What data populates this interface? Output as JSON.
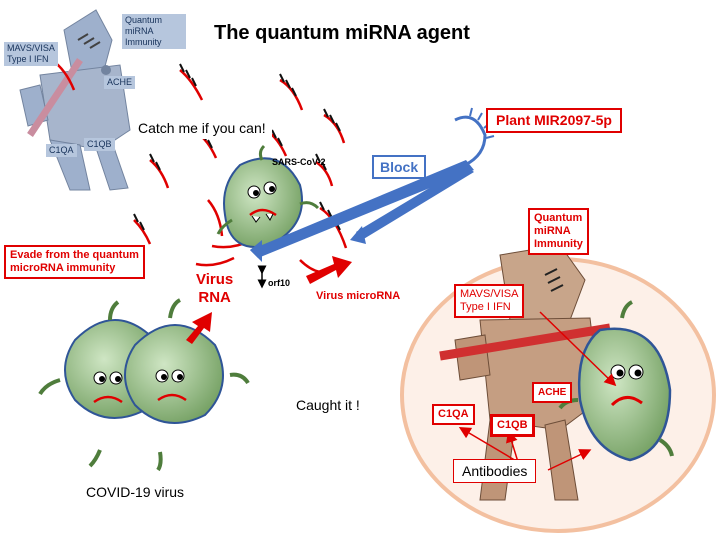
{
  "title": "The quantum miRNA agent",
  "knight_top": {
    "quantum_label": [
      "Quantum",
      "miRNA",
      "Immunity"
    ],
    "mavs_label": [
      "MAVS/VISA",
      "Type I IFN"
    ],
    "ache": "ACHE",
    "c1qa": "C1QA",
    "c1qb": "C1QB"
  },
  "speech": "Catch me if you can!",
  "sars_label": "SARS-CoV-2",
  "block_label": "Block",
  "plant_label": "Plant MIR2097-5p",
  "evade_label": [
    "Evade from the quantum",
    "microRNA immunity"
  ],
  "virus_rna_label": [
    "Virus",
    "RNA"
  ],
  "orf10_label": "orf10",
  "virus_microrna_label": "Virus microRNA",
  "covid_label": "COVID-19 virus",
  "caught_label": "Caught it !",
  "knight_bottom": {
    "quantum_label": [
      "Quantum",
      "miRNA",
      "Immunity"
    ],
    "mavs_label": [
      "MAVS/VISA",
      "Type I IFN"
    ],
    "ache": "ACHE",
    "c1qa": "C1QA",
    "c1qb": "C1QB"
  },
  "antibodies_label": "Antibodies",
  "colors": {
    "red": "#e00000",
    "blue": "#4472c4",
    "virus_green": "#6f9c5d",
    "circle_fill": "#fdf0e8",
    "circle_stroke": "#f3c0a0"
  }
}
